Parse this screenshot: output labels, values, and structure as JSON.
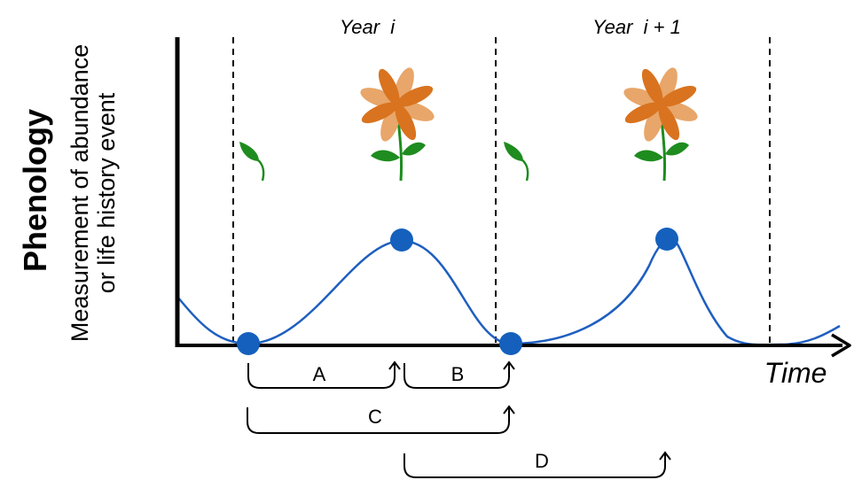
{
  "y_axis": {
    "title": "Phenology",
    "subtitle_line1": "Measurement of abundance",
    "subtitle_line2": "or life history event"
  },
  "x_axis": {
    "label": "Time"
  },
  "years": [
    {
      "label": "Year  i"
    },
    {
      "label": "Year  i + 1"
    }
  ],
  "intervals": [
    {
      "label": "A"
    },
    {
      "label": "B"
    },
    {
      "label": "C"
    },
    {
      "label": "D"
    }
  ],
  "colors": {
    "curve": "#1f5fbf",
    "marker": "#1560bd",
    "axis": "#000000",
    "leaf": "#1e8c1e",
    "petal_dark": "#d9731f",
    "petal_light": "#e8a66a"
  },
  "icons": {
    "sprout": "sprout-icon",
    "flower": "flower-icon"
  }
}
